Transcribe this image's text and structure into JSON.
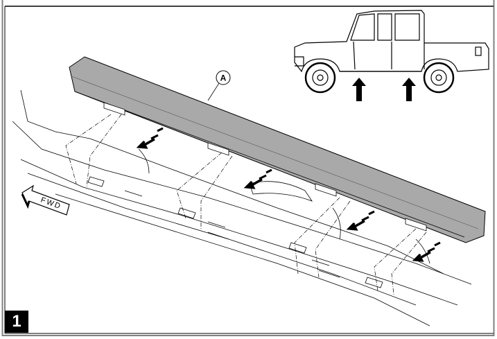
{
  "figure": {
    "number": "1",
    "callout": "A",
    "direction_label": "FWD"
  },
  "colors": {
    "running_board": "#a9a9a9",
    "line": "#000000",
    "frame_border": "#808080"
  }
}
